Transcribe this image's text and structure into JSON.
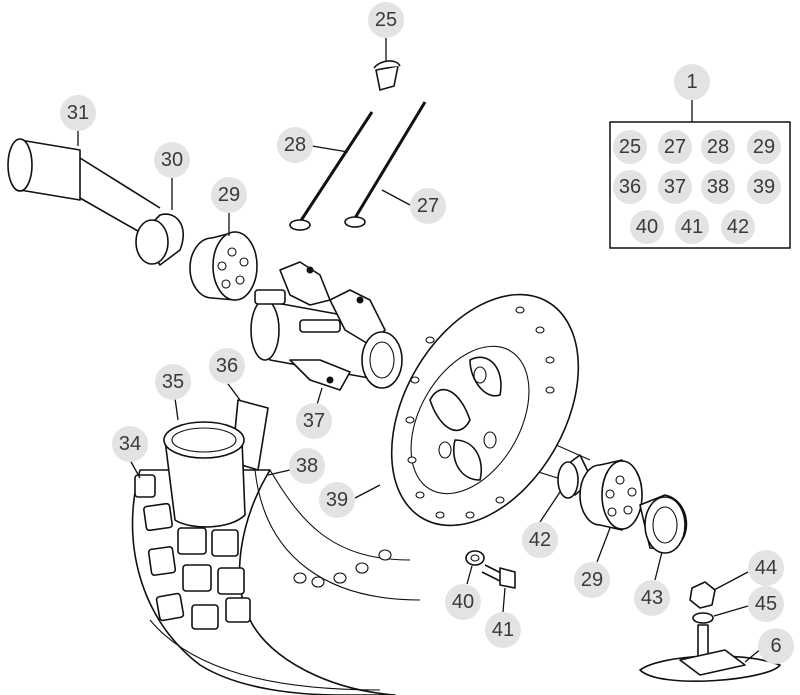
{
  "callouts": {
    "c1": "1",
    "c25": "25",
    "c27": "27",
    "c28": "28",
    "c29a": "29",
    "c29b": "29",
    "c30": "30",
    "c31": "31",
    "c34": "34",
    "c35": "35",
    "c36": "36",
    "c37": "37",
    "c38": "38",
    "c39": "39",
    "c40": "40",
    "c41": "41",
    "c42": "42",
    "c43": "43",
    "c44": "44",
    "c45": "45",
    "c6": "6"
  },
  "kit": {
    "rows": [
      [
        "25",
        "27",
        "28",
        "29"
      ],
      [
        "36",
        "37",
        "38",
        "39"
      ],
      [
        "40",
        "41",
        "42"
      ]
    ]
  },
  "colors": {
    "callout_fill": "#e3e3e3",
    "line": "#111111",
    "text": "#3a3a3a"
  }
}
